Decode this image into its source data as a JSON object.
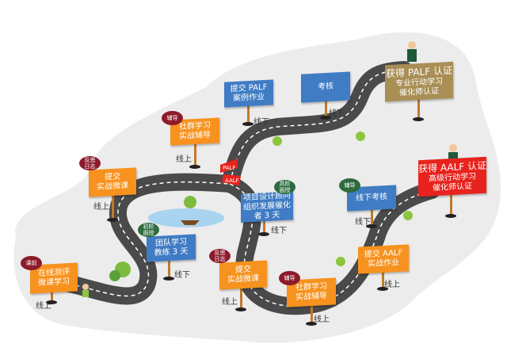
{
  "signs": [
    {
      "id": "s1",
      "text": "在线测评\n微课学习",
      "tag": "课前",
      "mode": "线上"
    },
    {
      "id": "s2",
      "text": "提交\n实战微课",
      "tag": "反思日志",
      "mode": "线上"
    },
    {
      "id": "s3",
      "text": "社群学习\n实战辅导",
      "tag": "辅导",
      "mode": "线上"
    },
    {
      "id": "s4",
      "text": "团队学习\n教练 3 天",
      "tag": "初阶面授",
      "mode": "线下"
    },
    {
      "id": "s5",
      "text": "提交 PALF\n案例作业",
      "mode": "线下"
    },
    {
      "id": "s6",
      "text": "考核",
      "mode": "线下"
    },
    {
      "id": "s7",
      "title": "获得 PALF 认证",
      "text": "专业行动学习\n催化师认证"
    },
    {
      "id": "s8",
      "text": "项目设计顾问\n组织发展催化\n者 3 天",
      "tag": "高阶面授",
      "mode": "线下"
    },
    {
      "id": "s9",
      "text": "提交\n实战微课",
      "tag": "反思日志",
      "mode": "线上"
    },
    {
      "id": "s10",
      "text": "社群学习\n实战辅导",
      "tag": "辅导",
      "mode": "线上"
    },
    {
      "id": "s11",
      "text": "提交 AALF\n实战作业",
      "mode": "线上"
    },
    {
      "id": "s12",
      "text": "线下考核",
      "tag": "辅导",
      "mode": "线下"
    },
    {
      "id": "s13",
      "title": "获得 AALF 认证",
      "text": "高级行动学习\n催化师认证"
    }
  ],
  "fork": {
    "top": "PALF",
    "bottom": "AALF"
  }
}
